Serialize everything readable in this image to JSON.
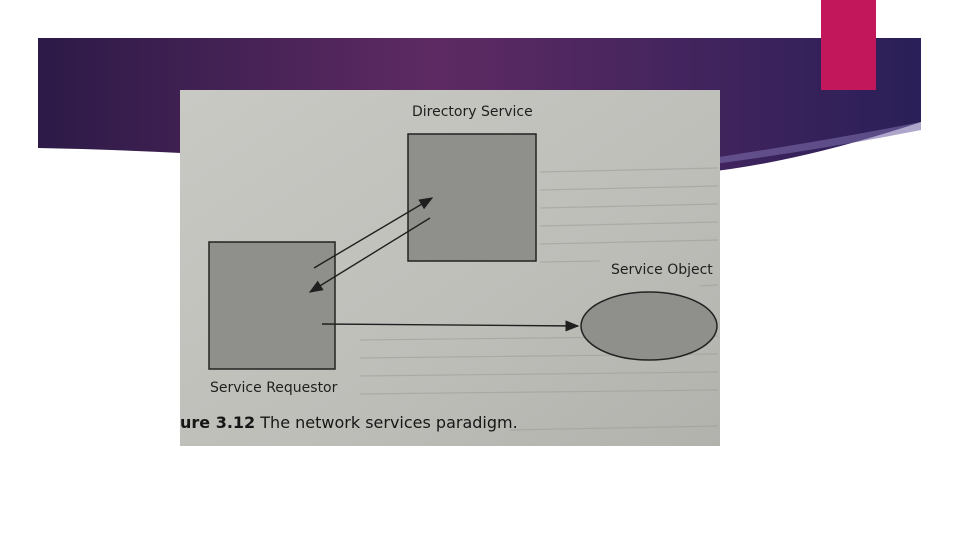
{
  "colors": {
    "banner_left": "#2c1a47",
    "banner_mid": "#5e2a63",
    "banner_right": "#2a1f58",
    "accent": "#c2185b",
    "paper": "#c2c2bd",
    "box_fill": "#8f8f8b",
    "ink": "#1f1f1f"
  },
  "diagram": {
    "nodes": [
      {
        "id": "directory",
        "shape": "square",
        "label": "Directory Service"
      },
      {
        "id": "requestor",
        "shape": "square",
        "label": "Service Requestor"
      },
      {
        "id": "object",
        "shape": "ellipse",
        "label": "Service Object"
      }
    ],
    "edges": [
      {
        "from": "requestor",
        "to": "directory"
      },
      {
        "from": "directory",
        "to": "requestor"
      },
      {
        "from": "requestor",
        "to": "object"
      }
    ]
  },
  "caption": {
    "number": "ure 3.12",
    "text": "The network services paradigm."
  }
}
